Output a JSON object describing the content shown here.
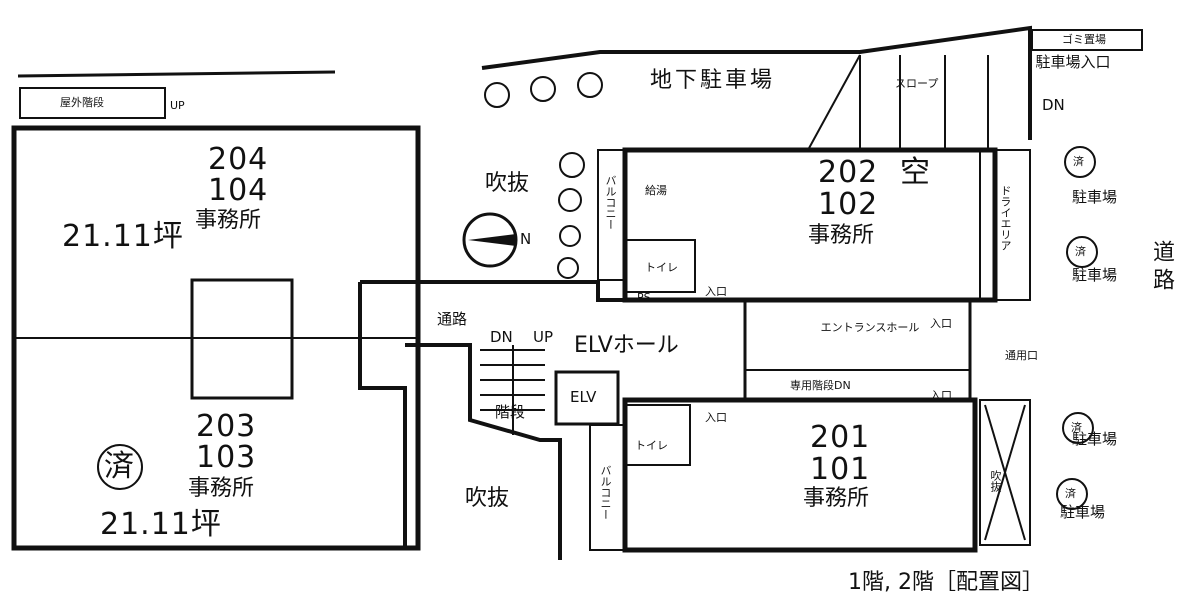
{
  "plan": {
    "caption": "1階, 2階［配置図］",
    "units": [
      {
        "upper": "204",
        "lower": "104",
        "use": "事務所",
        "area": "21.11坪"
      },
      {
        "upper": "203",
        "lower": "103",
        "use": "事務所",
        "area": "21.11坪",
        "mark": "済"
      },
      {
        "upper": "202",
        "status": "空",
        "lower": "102",
        "use": "事務所"
      },
      {
        "upper": "201",
        "lower": "101",
        "use": "事務所"
      }
    ],
    "labels": {
      "parking_underground": "地下駐車場",
      "slope": "スロープ",
      "parking_entrance": "駐車場入口",
      "dn": "DN",
      "garbage": "ゴミ置場",
      "outdoor_stairs": "屋外階段",
      "up": "UP",
      "void": "吹抜",
      "corridor": "通路",
      "elv_hall": "ELVホール",
      "stairs": "階段",
      "elv": "ELV",
      "entrance": "入口",
      "entrance_hall": "エントランスホール",
      "service_door": "通用口",
      "private_stairs": "専用階段DN",
      "balcony": "バルコニー",
      "toilet": "トイレ",
      "ps": "PS",
      "kitchen": "給湯",
      "dryarea": "ドライエリア",
      "parking": "駐車場",
      "road": "道路",
      "done": "済",
      "compass": "N"
    }
  }
}
